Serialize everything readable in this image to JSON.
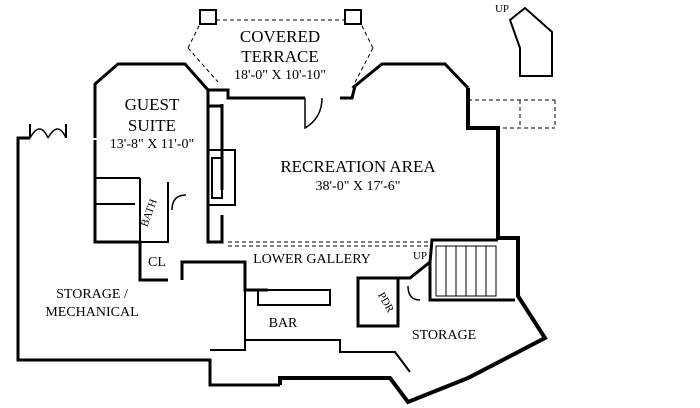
{
  "rooms": {
    "covered_terrace": {
      "name_line1": "COVERED",
      "name_line2": "TERRACE",
      "dims": "18'-0\" X 10'-10\""
    },
    "guest_suite": {
      "name_line1": "GUEST",
      "name_line2": "SUITE",
      "dims": "13'-8\" X 11'-0\""
    },
    "recreation_area": {
      "name": "RECREATION AREA",
      "dims": "38'-0\" X 17'-6\""
    },
    "bath": {
      "name": "BATH"
    },
    "closet": {
      "name": "CL"
    },
    "lower_gallery": {
      "name": "LOWER GALLERY"
    },
    "storage_mechanical": {
      "name_line1": "STORAGE /",
      "name_line2": "MECHANICAL"
    },
    "bar": {
      "name": "BAR"
    },
    "powder_room": {
      "name": "PDR"
    },
    "storage": {
      "name": "STORAGE"
    }
  },
  "stair_labels": {
    "up_top": "UP",
    "up_gallery": "UP"
  },
  "colors": {
    "wall": "#000000",
    "background": "#ffffff",
    "hidden_line": "#000000"
  }
}
